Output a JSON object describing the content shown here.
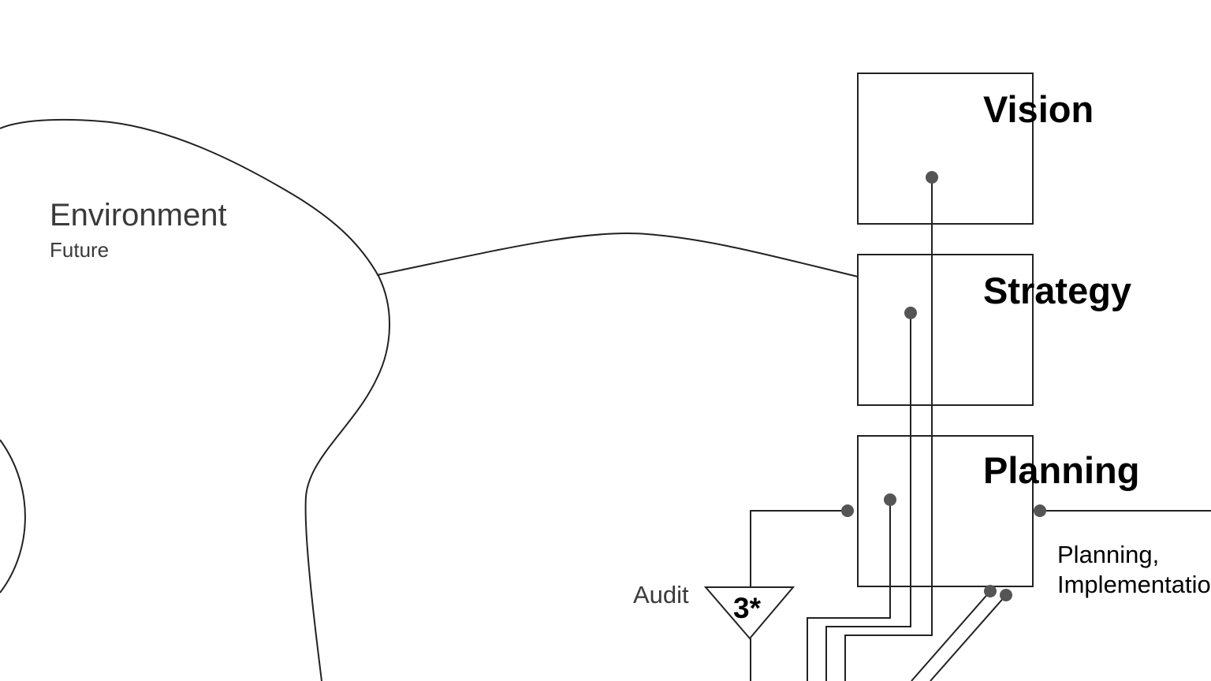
{
  "environment": {
    "title": "Environment",
    "subtitle": "Future"
  },
  "boxes": {
    "vision": "Vision",
    "strategy": "Strategy",
    "planning": "Planning"
  },
  "audit": {
    "label": "Audit",
    "marker": "3*"
  },
  "planning_note": {
    "line1": "Planning,",
    "line2": "Implementatio"
  },
  "colors": {
    "line": "#222222",
    "dot": "#555555",
    "muted_text": "#3a3a3a"
  }
}
